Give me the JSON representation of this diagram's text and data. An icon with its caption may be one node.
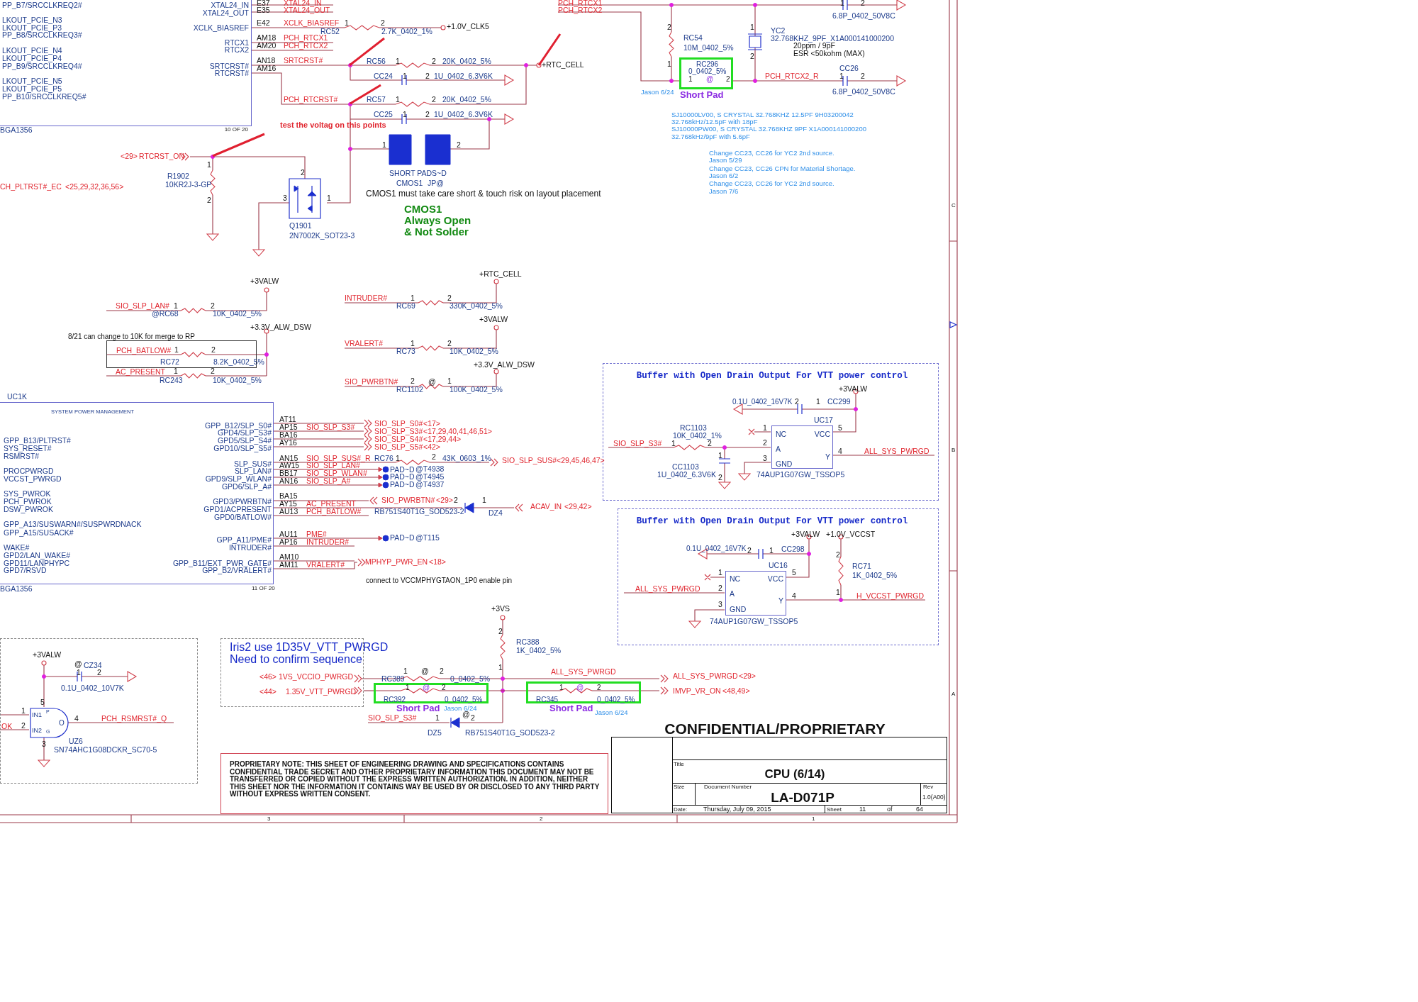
{
  "diagram": {
    "nodes": [
      {
        "text": [
          "PP_B7/SRCCLKREQ2#",
          "LKOUT_PCIE_N3",
          "LKOUT_PCIE_P3",
          "PP_B8/SRCCLKREQ3#",
          "LKOUT_PCIE_N4",
          "LKOUT_PCIE_P4",
          "PP_B9/SRCCLKREQ4#",
          "LKOUT_PCIE_N5",
          "LKOUT_PCIE_P5",
          "PP_B10/SRCCLKREQ5#",
          "XTAL24_IN",
          "XTAL24_OUT",
          "XCLK_BIASREF",
          "RTCX1",
          "RTCX2",
          "SRTCRST#",
          "RTCRST#"
        ]
      },
      {
        "text": [
          "RC296",
          "0_0402_5%",
          "1",
          "@",
          "2"
        ]
      },
      {
        "text": [
          "PCH_BATLOW#",
          "1",
          "2",
          "RC72",
          "8.2K_0402_5%"
        ]
      },
      {
        "text": [
          "SYSTEM POWER MANAGEMENT",
          "GPP_B13/PLTRST#",
          "SYS_RESET#",
          "RSMRST#",
          "PROCPWRGD",
          "VCCST_PWRGD",
          "SYS_PWROK",
          "PCH_PWROK",
          "DSW_PWROK",
          "GPP_A13/SUSWARN#/SUSPWRDNACK",
          "GPP_A15/SUSACK#",
          "WAKE#",
          "GPD2/LAN_WAKE#",
          "GPD11/LANPHYPC",
          "GPD7/RSVD",
          "GPP_B12/SLP_S0#",
          "GPD4/SLP_S3#",
          "GPD5/SLP_S4#",
          "GPD10/SLP_S5#",
          "SLP_SUS#",
          "SLP_LAN#",
          "GPD9/SLP_WLAN#",
          "GPD6/SLP_A#",
          "GPD3/PWRBTN#",
          "GPD1/ACPRESENT",
          "GPD0/BATLOW#",
          "GPP_A11/PME#",
          "INTRUDER#",
          "GPP_B11/EXT_PWR_GATE#",
          "GPP_B2/VRALERT#"
        ]
      },
      {
        "text": [
          "Buffer with Open Drain Output For VTT power control",
          "+3VALW",
          "0.1U_0402_16V7K",
          "2",
          "1",
          "CC299",
          "UC17",
          "RC1103",
          "1",
          "5",
          "10K_0402_1%",
          "SIO_SLP_S3#",
          "1",
          "2",
          "2",
          "1",
          "3",
          "4",
          "ALL_SYS_PWRGD",
          "CC1103",
          "1U_0402_6.3V6K",
          "2",
          "74AUP1G07GW_TSSOP5"
        ]
      },
      {
        "text": [
          "NC",
          "VCC",
          "A",
          "Y",
          "GND"
        ],
        "in": 4
      },
      {
        "text": [
          "Buffer with Open Drain Output For VTT power control",
          "+3VALW",
          "+1.0V_VCCST",
          "0.1U_0402_16V7K",
          "2",
          "1",
          "CC298",
          "2",
          "UC16",
          "RC71",
          "1",
          "5",
          "1K_0402_5%",
          "2",
          "ALL_SYS_PWRGD",
          "1",
          "4",
          "H_VCCST_PWRGD",
          "3",
          "74AUP1G07GW_TSSOP5"
        ]
      },
      {
        "text": [
          "NC",
          "VCC",
          "A",
          "Y",
          "GND"
        ],
        "in": 6
      },
      {
        "text": [
          "+3VALW",
          "@",
          "CZ34",
          "1",
          "2",
          "0.1U_0402_10V7K",
          "1",
          "5",
          "4",
          "PCH_RSMRST#_Q",
          "OK",
          "2",
          "UZ6",
          "3",
          "SN74AHC1G08DCKR_SC70-5"
        ]
      },
      {
        "text": [
          "IN1",
          "P",
          "IN2",
          "G",
          "O"
        ],
        "in": 8
      },
      {
        "text": [
          "Iris2 use 1D35V_VTT_PWRGD Need to confirm sequence",
          "<46>",
          "1VS_VCCIO_PWRGD",
          "<44>",
          "1.35V_VTT_PWRGD"
        ]
      },
      {
        "text": [
          "1",
          "@",
          "2",
          "RC392",
          "0_0402_5%"
        ]
      },
      {
        "text": [
          "1",
          "@",
          "2",
          "RC345",
          "0_0402_5%"
        ]
      },
      {
        "text": [
          "PROPRIETARY NOTE: THIS SHEET OF ENGINEERING DRAWING AND SPECIFICATIONS CONTAINS CONFIDENTIAL TRADE SECRET AND OTHER PROPRIETARY INFORMATION THIS DOCUMENT MAY NOT BE TRANSFERRED OR COPIED WITHOUT THE EXPRESS WRITTEN AUTHORIZATION. IN ADDITION, NEITHER THIS SHEET NOR THE INFORMATION IT CONTAINS WAY BE USED BY OR DISCLOSED TO ANY THIRD PARTY WITHOUT EXPRESS WRITTEN CONSENT."
        ]
      },
      {
        "text": [
          "Title",
          "CPU (6/14)",
          "Size",
          "Document Number",
          "Rev",
          "LA-D071P",
          "1.0(A00)",
          "Date:",
          "Thursday, July 09, 2015",
          "Sheet",
          "11",
          "of",
          "64"
        ]
      }
    ],
    "labels": [
      "E37",
      "XTAL24_IN",
      "E35",
      "XTAL24_OUT",
      "E42",
      "XCLK_BIASREF",
      "1",
      "2",
      "RC52",
      "2.7K_0402_1%",
      "+1.0V_CLK5",
      "AM18",
      "PCH_RTCX1",
      "AM20",
      "PCH_RTCX2",
      "AN18",
      "SRTCRST#",
      "RC56",
      "1",
      "2",
      "20K_0402_5%",
      "AM16",
      "CC24",
      "1",
      "2",
      "1U_0402_6.3V6K",
      "PCH_RTCRST#",
      "RC57",
      "1",
      "2",
      "20K_0402_5%",
      "CC25",
      "1",
      "2",
      "1U_0402_6.3V6K",
      "BGA1356",
      "10 OF 20",
      "test the voltag on this points",
      "PCH_RTCX1",
      "1",
      "2",
      "PCH_RTCX2",
      "6.8P_0402_50V8C",
      "2",
      "1",
      "YC2",
      "RC54",
      "32.768KHZ_9PF_X1A000141000200",
      "10M_0402_5%",
      "20ppm / 9pF",
      "2",
      "ESR <50kohm (MAX)",
      "+RTC_CELL",
      "1",
      "CC26",
      "PCH_RTCX2_R",
      "1",
      "2",
      "Jason 6/24",
      "Short Pad",
      "6.8P_0402_50V8C",
      "SJ10000LV00, S CRYSTAL 32.768KHZ 12.5PF 9H03200042",
      "32.768kHz/12.5pF with 18pF",
      "SJ10000PW00, S CRYSTAL 32.768KHZ 9PF X1A000141000200",
      "32.768kHz/9pF with 5.6pF",
      "Change CC23, CC26 for YC2 2nd source.",
      "Jason 5/29",
      "Change CC23, CC26 CPN for Material Shortage.",
      "Jason 6/2",
      "Change CC23, CC26 for YC2 2nd source.",
      "Jason 7/6",
      "C",
      "1",
      "2",
      "<29>",
      "RTCRST_ON",
      "1",
      "R1902",
      "2",
      "SHORT PADS~D",
      "CH_PLTRST#_EC",
      "<25,29,32,36,56>",
      "10KR2J-3-GP",
      "CMOS1",
      "JP@",
      "CMOS1 must take care short & touch risk on layout placement",
      "2",
      "3",
      "1",
      "CMOS1 Always Open & Not Solder",
      "Q1901",
      "2N7002K_SOT23-3",
      "+RTC_CELL",
      "+3VALW",
      "INTRUDER#",
      "1",
      "2",
      "SIO_SLP_LAN#",
      "1",
      "2",
      "RC69",
      "330K_0402_5%",
      "@RC68",
      "10K_0402_5%",
      "+3VALW",
      "+3.3V_ALW_DSW",
      "8/21 can change to 10K for merge to RP",
      "VRALERT#",
      "1",
      "2",
      "RC73",
      "10K_0402_5%",
      "AC_PRESENT",
      "1",
      "2",
      "+3.3V_ALW_DSW",
      "RC243",
      "10K_0402_5%",
      "SIO_PWRBTN#",
      "2",
      "@",
      "1",
      "RC1102",
      "100K_0402_5%",
      "UC1K",
      "AT11",
      "AP15",
      "SIO_SLP_S3#",
      "BA16",
      "AY16",
      "SIO_SLP_S0#",
      "<17>",
      "SIO_SLP_S3#",
      "<17,29,40,41,46,51>",
      "SIO_SLP_S4#",
      "<17,29,44>",
      "SIO_SLP_S5#",
      "<42>",
      "AN15",
      "SIO_SLP_SUS#_R",
      "RC76",
      "1",
      "2",
      "43K_0603_1%",
      "SIO_SLP_SUS#",
      "<29,45,46,47>",
      "AW15",
      "SIO_SLP_LAN#",
      "PAD~D",
      "@T4938",
      "BB17",
      "SIO_SLP_WLAN#",
      "PAD~D",
      "@T4945",
      "AN16",
      "SIO_SLP_A#",
      "PAD~D",
      "@T4937",
      "BA15",
      "SIO_PWRBTN#",
      "<29>",
      "AY15",
      "AC_PRESENT",
      "2",
      "1",
      "ACAV_IN",
      "<29,42>",
      "AU13",
      "PCH_BATLOW#",
      "RB751S40T1G_SOD523-2",
      "DZ4",
      "AU11",
      "PME#",
      "PAD~D",
      "@T115",
      "AP16",
      "INTRUDER#",
      "AM10",
      "MPHYP_PWR_EN",
      "<18>",
      "AM11",
      "VRALERT#",
      "connect to VCCMPHYGTAON_1P0 enable pin",
      "11 OF 20",
      "BGA1356",
      "B",
      "+3VS",
      "2",
      "RC388",
      "1K_0402_5%",
      "1",
      "1",
      "@",
      "2",
      "ALL_SYS_PWRGD",
      "ALL_SYS_PWRGD",
      "<29>",
      "RC389",
      "0_0402_5%",
      "IMVP_VR_ON",
      "<48,49>",
      "Short Pad",
      "Jason 6/24",
      "Short Pad",
      "Jason 6/24",
      "A",
      "@",
      "SIO_SLP_S3#",
      "1",
      "2",
      "DZ5",
      "RB751S40T1G_SOD523-2",
      "CONFIDENTIAL/PROPRIETARY",
      "3",
      "2",
      "1"
    ],
    "edges": [
      {
        "from": 10,
        "to": 11,
        "arrow": "none"
      },
      {
        "from": 11,
        "to": 12,
        "arrow": "none"
      }
    ]
  }
}
